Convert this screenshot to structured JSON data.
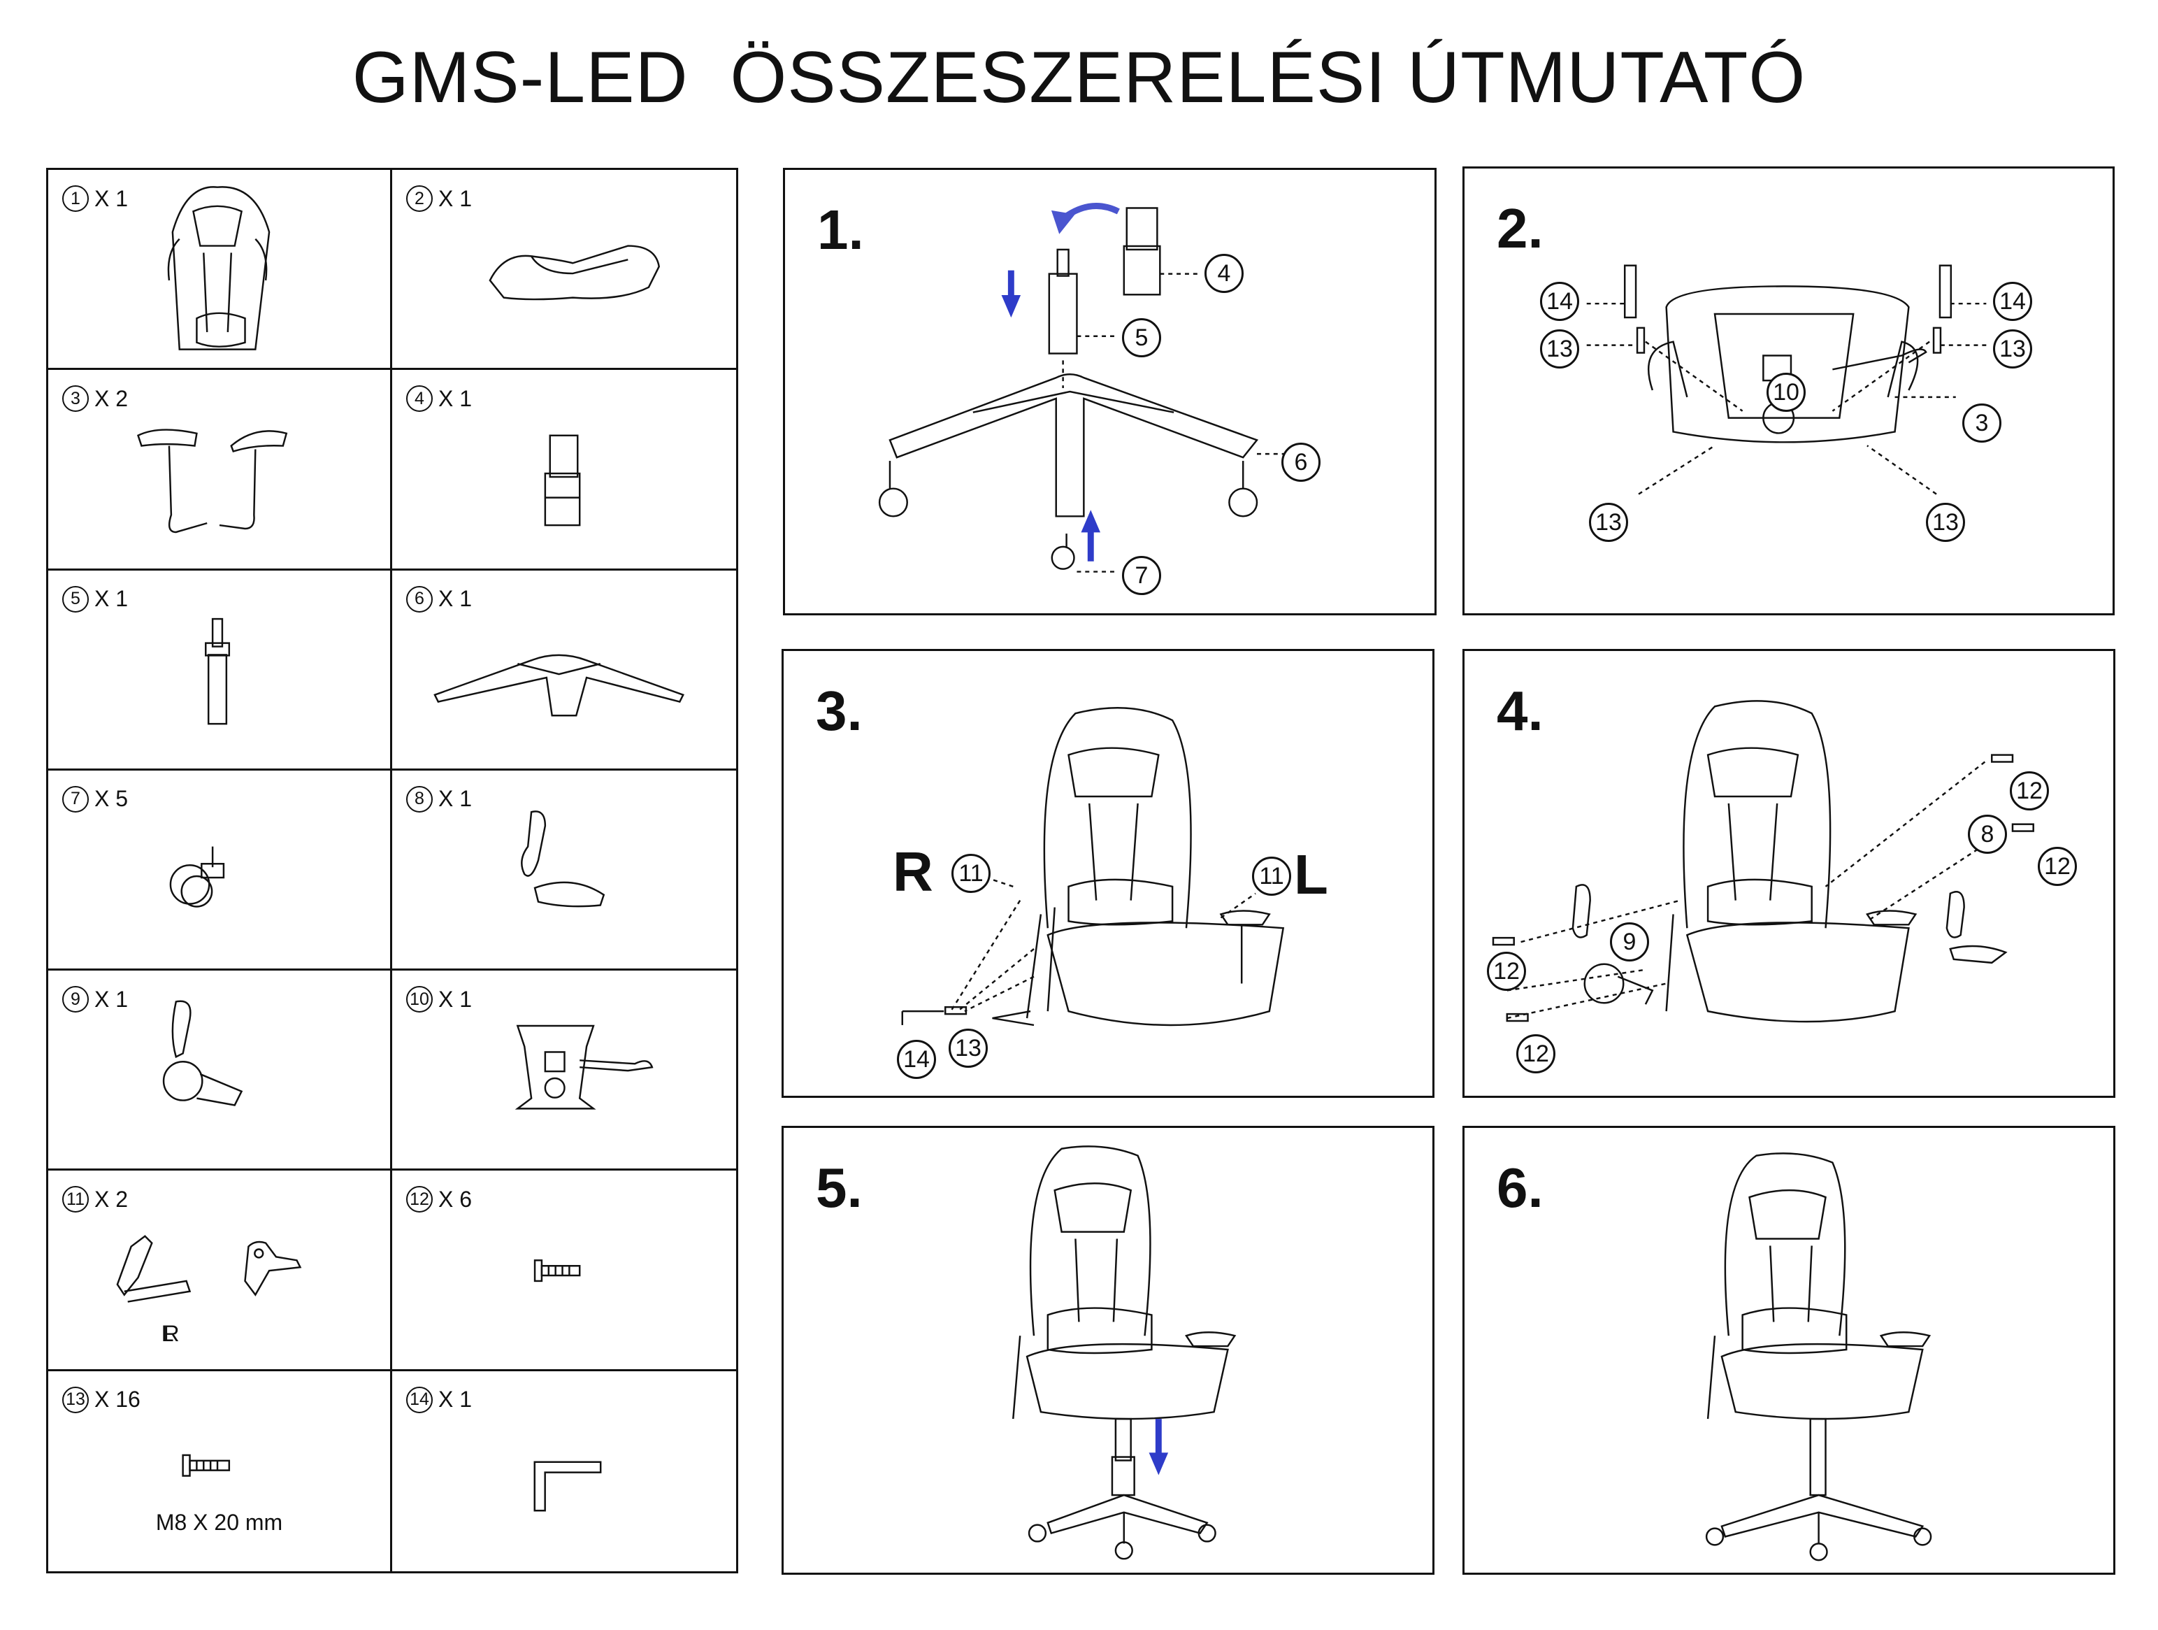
{
  "title": "GMS-LED  ÖSSZESZERELÉSI ÚTMUTATÓ",
  "parts": [
    {
      "num": "1",
      "qty": "X 1",
      "icon": "backrest-icon"
    },
    {
      "num": "2",
      "qty": "X 1",
      "icon": "seat-icon"
    },
    {
      "num": "3",
      "qty": "X 2",
      "icon": "armrests-icon"
    },
    {
      "num": "4",
      "qty": "X 1",
      "icon": "gas-lift-cover-icon"
    },
    {
      "num": "5",
      "qty": "X 1",
      "icon": "gas-lift-icon"
    },
    {
      "num": "6",
      "qty": "X 1",
      "icon": "star-base-icon"
    },
    {
      "num": "7",
      "qty": "X 5",
      "icon": "caster-icon"
    },
    {
      "num": "8",
      "qty": "X 1",
      "icon": "side-cover-icon"
    },
    {
      "num": "9",
      "qty": "X 1",
      "icon": "side-cover-icon"
    },
    {
      "num": "10",
      "qty": "X 1",
      "icon": "mechanism-plate-icon"
    },
    {
      "num": "11",
      "qty": "X 2",
      "icon": "bracket-icon",
      "labels": [
        "L",
        "R"
      ]
    },
    {
      "num": "12",
      "qty": "X 6",
      "icon": "screw-icon"
    },
    {
      "num": "13",
      "qty": "X 16",
      "icon": "bolt-icon",
      "note": "M8 X 20 mm"
    },
    {
      "num": "14",
      "qty": "X 1",
      "icon": "allen-key-icon"
    }
  ],
  "steps": [
    {
      "label": "1.",
      "callouts": [
        "4",
        "5",
        "6",
        "7"
      ]
    },
    {
      "label": "2.",
      "callouts": [
        "14",
        "13",
        "10",
        "14",
        "13",
        "3",
        "13",
        "13"
      ]
    },
    {
      "label": "3.",
      "callouts": [
        "11",
        "11",
        "14",
        "13"
      ],
      "letters": [
        "R",
        "L"
      ]
    },
    {
      "label": "4.",
      "callouts": [
        "12",
        "8",
        "12",
        "9",
        "12",
        "12"
      ]
    },
    {
      "label": "5.",
      "callouts": []
    },
    {
      "label": "6.",
      "callouts": []
    }
  ]
}
